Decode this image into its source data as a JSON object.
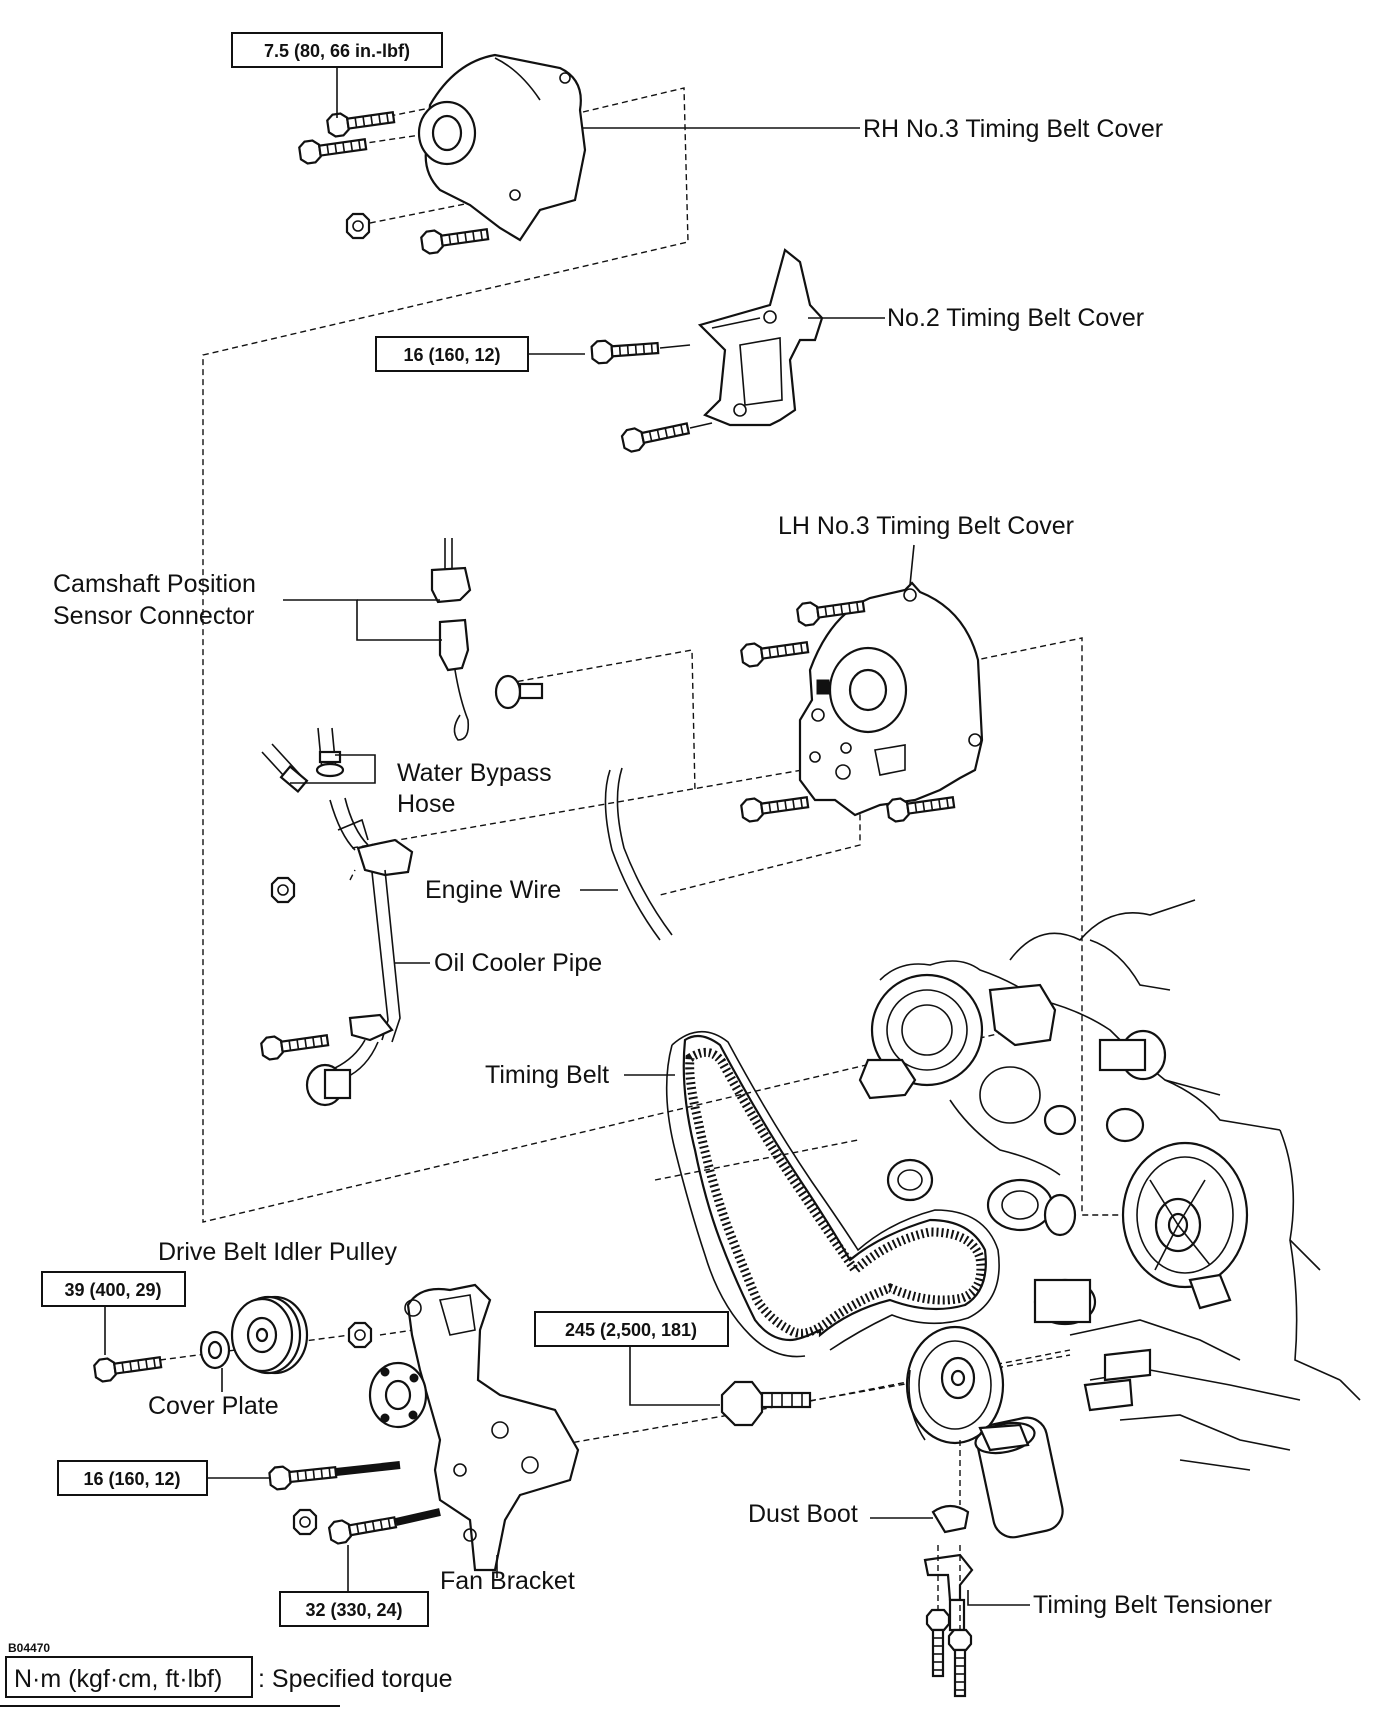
{
  "diagram": {
    "code": "B04470",
    "labels": {
      "rh_no3_cover": "RH No.3 Timing Belt Cover",
      "no2_cover": "No.2 Timing Belt Cover",
      "lh_no3_cover": "LH No.3 Timing Belt Cover",
      "cam_sensor_line1": "Camshaft Position",
      "cam_sensor_line2": "Sensor Connector",
      "water_bypass_line1": "Water Bypass",
      "water_bypass_line2": "Hose",
      "engine_wire": "Engine Wire",
      "oil_cooler_pipe": "Oil Cooler Pipe",
      "timing_belt": "Timing Belt",
      "drive_belt_idler": "Drive Belt Idler Pulley",
      "cover_plate": "Cover Plate",
      "dust_boot": "Dust Boot",
      "fan_bracket": "Fan Bracket",
      "timing_belt_tensioner": "Timing Belt Tensioner"
    },
    "torques": {
      "rh_cover_bolts": "7.5 (80, 66 in.-lbf)",
      "no2_cover_bolts": "16 (160, 12)",
      "idler_bolt": "39 (400, 29)",
      "fan_bracket_bolt_upper": "16 (160, 12)",
      "fan_bracket_bolt_lower": "32 (330, 24)",
      "crank_pulley_bolt": "245 (2,500, 181)"
    },
    "legend": {
      "unit": "N·m (kgf·cm, ft·lbf)",
      "meaning": ": Specified torque"
    }
  }
}
